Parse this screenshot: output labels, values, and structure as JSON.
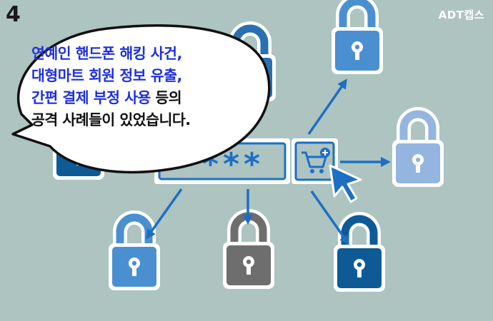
{
  "page_number": "4",
  "brand": "ADT캡스",
  "bubble": {
    "line1": "연예인 핸드폰 해킹 사건,",
    "line2": "대형마트 회원 정보 유출,",
    "line3_highlight": "간편 결제 부정 사용",
    "line3_rest": " 등의",
    "line4": "공격 사례들이 있었습니다."
  },
  "password_field": {
    "value": "****"
  },
  "colors": {
    "background": "#adc4c1",
    "highlight_text": "#1d2ee0",
    "lock_blue": "#4a90d0",
    "lock_dark_blue": "#0d5a96",
    "lock_light_blue": "#93b5e0",
    "lock_gray": "#6e6e6e",
    "arrow": "#1d6fc4"
  },
  "icons": [
    "padlock-icon",
    "cart-plus-icon",
    "cursor-icon",
    "arrow-icon"
  ]
}
